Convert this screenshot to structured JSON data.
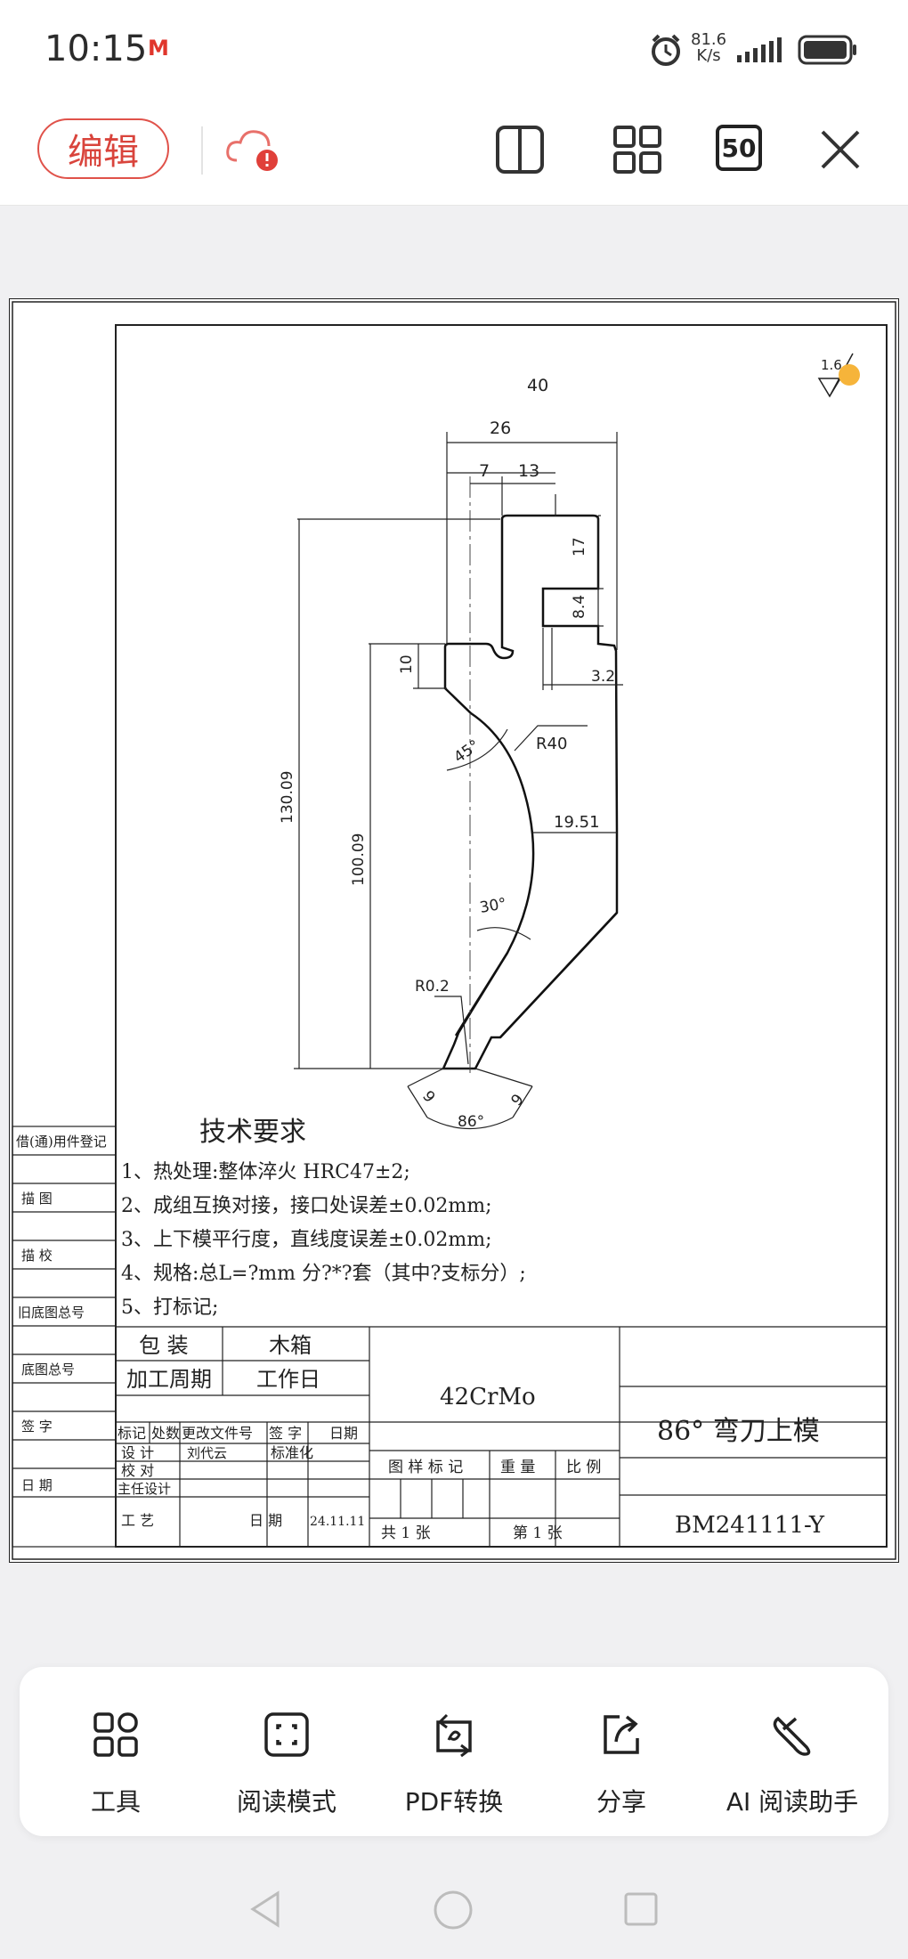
{
  "status_bar": {
    "time": "10:15",
    "carrier_icon": "M",
    "net_speed_value": "81.6",
    "net_speed_unit": "K/s"
  },
  "toolbar": {
    "edit_label": "编辑",
    "page_count": "50",
    "icons": [
      "cloud-warning-icon",
      "split-view-icon",
      "grid-view-icon",
      "page-count-icon",
      "close-icon"
    ]
  },
  "drawing": {
    "surface_finish": "1.6",
    "dims": {
      "d40": "40",
      "d26": "26",
      "d7": "7",
      "d13": "13",
      "d17": "17",
      "d8_4": "8.4",
      "d10": "10",
      "d3_2": "3.2",
      "d45": "45°",
      "r40": "R40",
      "d19_51": "19.51",
      "d130_09": "130.09",
      "d100_09": "100.09",
      "d30": "30°",
      "r0_2": "R0.2",
      "d9_left": "9",
      "d9_right": "9",
      "d86": "86°"
    },
    "tech_title": "技术要求",
    "tech_lines": [
      "1、热处理:整体淬火 HRC47±2;",
      "2、成组互换对接，接口处误差±0.02mm;",
      "3、上下模平行度，直线度误差±0.02mm;",
      "4、规格:总L=?mm 分?*?套（其中?支标分）;",
      "5、打标记;"
    ],
    "side_labels": [
      "借(通)用件登记",
      "描 图",
      "描 校",
      "旧底图总号",
      "底图总号",
      "签 字",
      "日 期"
    ],
    "title_block": {
      "pack_label": "包 装",
      "pack_value": "木箱",
      "cycle_label": "加工周期",
      "cycle_value": "工作日",
      "material": "42CrMo",
      "part_name": "86° 弯刀上模",
      "drawing_no": "BM241111-Y",
      "rev_headers": [
        "标记",
        "处数",
        "更改文件号",
        "签 字",
        "日期"
      ],
      "design_label": "设 计",
      "designer": "刘代云",
      "std_label": "标准化",
      "check_label": "校 对",
      "chief_label": "主任设计",
      "craft_label": "工 艺",
      "date_label": "日 期",
      "date_value": "24.11.11",
      "sample_label": "图 样 标 记",
      "weight_label": "重 量",
      "scale_label": "比 例",
      "total_pages": "共 1 张",
      "page_no": "第 1 张"
    }
  },
  "bottom_panel": {
    "items": [
      {
        "label": "工具",
        "icon": "tools-grid-icon"
      },
      {
        "label": "阅读模式",
        "icon": "expand-icon"
      },
      {
        "label": "PDF转换",
        "icon": "pdf-convert-icon"
      },
      {
        "label": "分享",
        "icon": "share-icon"
      },
      {
        "label": "AI 阅读助手",
        "icon": "ai-assistant-icon"
      }
    ]
  },
  "nav_bar": {
    "icons": [
      "back-icon",
      "home-icon",
      "recents-icon"
    ]
  }
}
